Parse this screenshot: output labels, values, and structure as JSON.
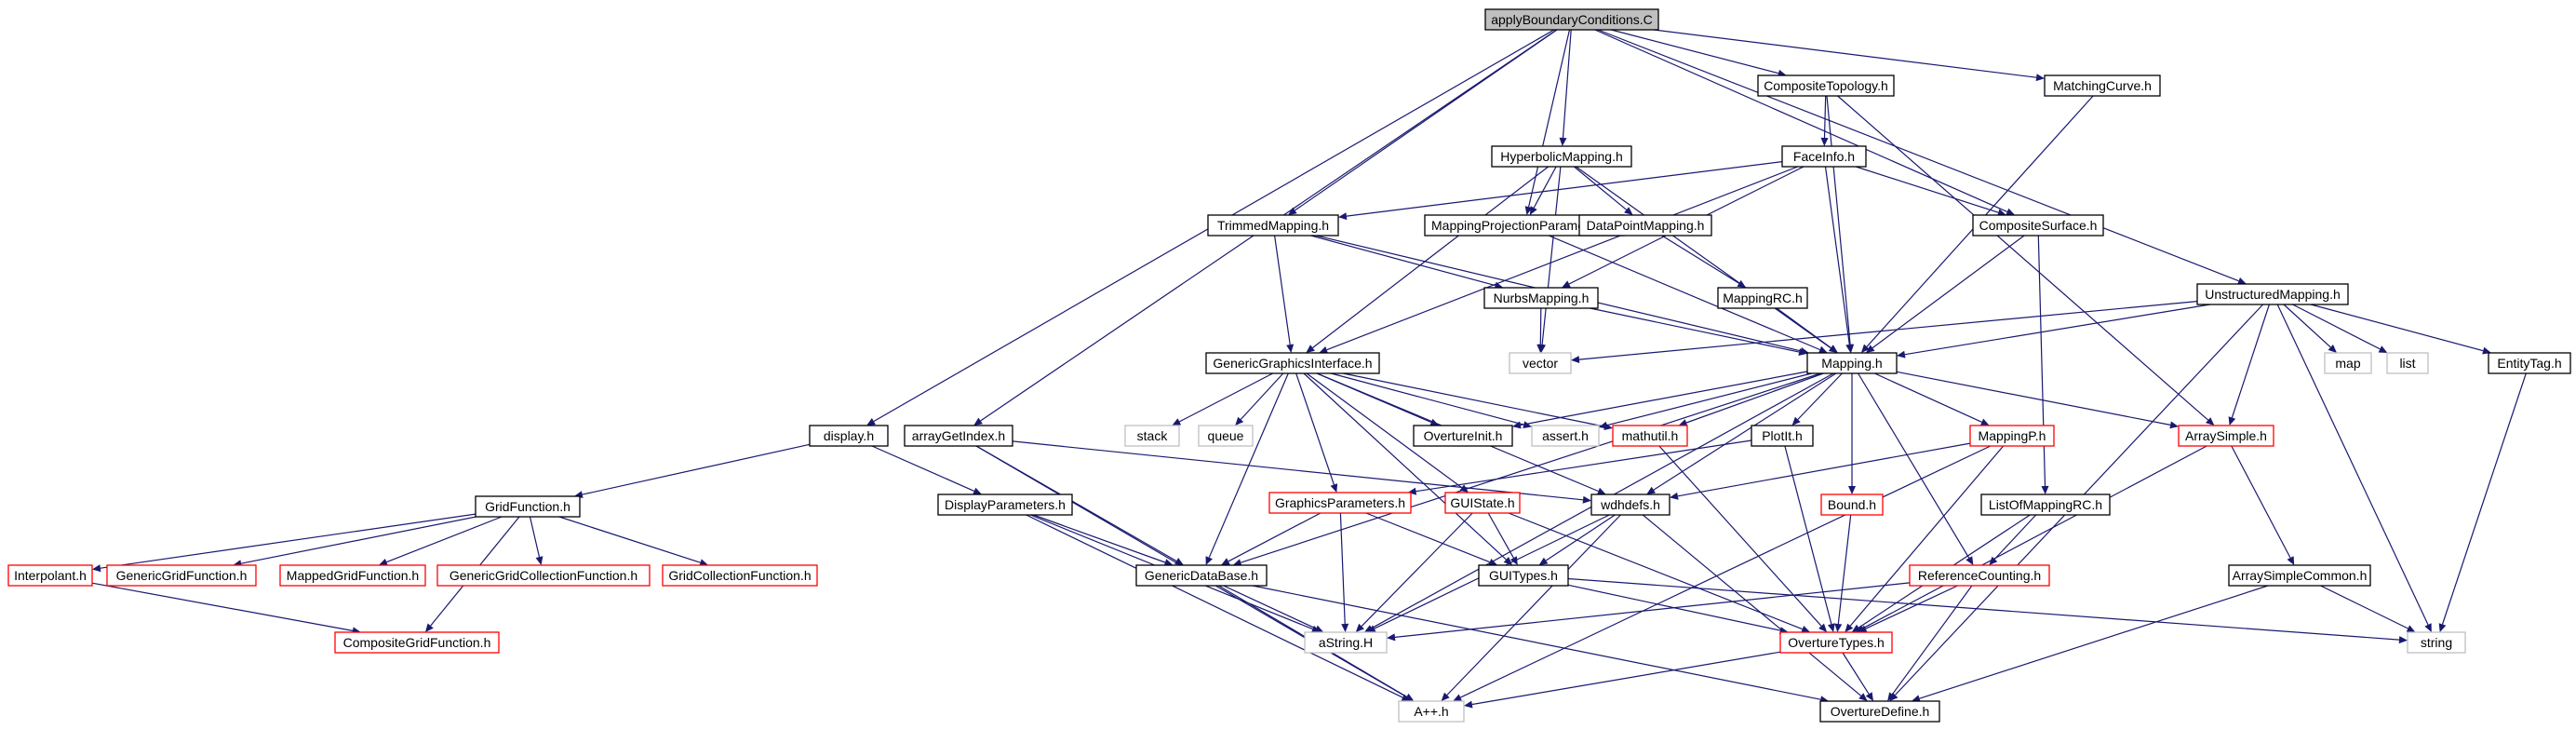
{
  "colors": {
    "edge": "#191970",
    "border_default": "#000000",
    "border_incomplete": "#ff0000",
    "border_external": "#bfbfbf",
    "root_fill": "#bfbfbf",
    "fill": "#ffffff"
  },
  "nodes": [
    {
      "id": "root",
      "label": "applyBoundaryConditions.C",
      "kind": "root"
    },
    {
      "id": "composite_topology",
      "label": "CompositeTopology.h",
      "kind": "default"
    },
    {
      "id": "matching_curve",
      "label": "MatchingCurve.h",
      "kind": "default"
    },
    {
      "id": "hyperbolic_mapping",
      "label": "HyperbolicMapping.h",
      "kind": "default"
    },
    {
      "id": "face_info",
      "label": "FaceInfo.h",
      "kind": "default"
    },
    {
      "id": "trimmed_mapping",
      "label": "TrimmedMapping.h",
      "kind": "default"
    },
    {
      "id": "mapping_projection_parameters",
      "label": "MappingProjectionParameters.h",
      "kind": "default"
    },
    {
      "id": "data_point_mapping",
      "label": "DataPointMapping.h",
      "kind": "default"
    },
    {
      "id": "composite_surface",
      "label": "CompositeSurface.h",
      "kind": "default"
    },
    {
      "id": "unstructured_mapping",
      "label": "UnstructuredMapping.h",
      "kind": "default"
    },
    {
      "id": "nurbs_mapping",
      "label": "NurbsMapping.h",
      "kind": "default"
    },
    {
      "id": "mapping_rc",
      "label": "MappingRC.h",
      "kind": "default"
    },
    {
      "id": "generic_graphics_interface",
      "label": "GenericGraphicsInterface.h",
      "kind": "default"
    },
    {
      "id": "vector",
      "label": "vector",
      "kind": "external"
    },
    {
      "id": "mapping",
      "label": "Mapping.h",
      "kind": "default"
    },
    {
      "id": "map",
      "label": "map",
      "kind": "external"
    },
    {
      "id": "list",
      "label": "list",
      "kind": "external"
    },
    {
      "id": "entity_tag",
      "label": "EntityTag.h",
      "kind": "default"
    },
    {
      "id": "display",
      "label": "display.h",
      "kind": "default"
    },
    {
      "id": "array_get_index",
      "label": "arrayGetIndex.h",
      "kind": "default"
    },
    {
      "id": "stack",
      "label": "stack",
      "kind": "external"
    },
    {
      "id": "queue",
      "label": "queue",
      "kind": "external"
    },
    {
      "id": "overture_init",
      "label": "OvertureInit.h",
      "kind": "default"
    },
    {
      "id": "assert",
      "label": "assert.h",
      "kind": "external"
    },
    {
      "id": "mathutil",
      "label": "mathutil.h",
      "kind": "incomplete"
    },
    {
      "id": "plotit",
      "label": "PlotIt.h",
      "kind": "default"
    },
    {
      "id": "mapping_p",
      "label": "MappingP.h",
      "kind": "incomplete"
    },
    {
      "id": "array_simple",
      "label": "ArraySimple.h",
      "kind": "incomplete"
    },
    {
      "id": "grid_function",
      "label": "GridFunction.h",
      "kind": "default"
    },
    {
      "id": "display_parameters",
      "label": "DisplayParameters.h",
      "kind": "default"
    },
    {
      "id": "graphics_parameters",
      "label": "GraphicsParameters.h",
      "kind": "incomplete"
    },
    {
      "id": "gui_state",
      "label": "GUIState.h",
      "kind": "incomplete"
    },
    {
      "id": "wdhdefs",
      "label": "wdhdefs.h",
      "kind": "default"
    },
    {
      "id": "bound",
      "label": "Bound.h",
      "kind": "incomplete"
    },
    {
      "id": "list_of_mapping_rc",
      "label": "ListOfMappingRC.h",
      "kind": "default"
    },
    {
      "id": "interpolant",
      "label": "Interpolant.h",
      "kind": "incomplete"
    },
    {
      "id": "generic_grid_function",
      "label": "GenericGridFunction.h",
      "kind": "incomplete"
    },
    {
      "id": "mapped_grid_function",
      "label": "MappedGridFunction.h",
      "kind": "incomplete"
    },
    {
      "id": "generic_grid_collection_function",
      "label": "GenericGridCollectionFunction.h",
      "kind": "incomplete"
    },
    {
      "id": "grid_collection_function",
      "label": "GridCollectionFunction.h",
      "kind": "incomplete"
    },
    {
      "id": "generic_data_base",
      "label": "GenericDataBase.h",
      "kind": "default"
    },
    {
      "id": "gui_types",
      "label": "GUITypes.h",
      "kind": "default"
    },
    {
      "id": "reference_counting",
      "label": "ReferenceCounting.h",
      "kind": "incomplete"
    },
    {
      "id": "array_simple_common",
      "label": "ArraySimpleCommon.h",
      "kind": "default"
    },
    {
      "id": "composite_grid_function",
      "label": "CompositeGridFunction.h",
      "kind": "incomplete"
    },
    {
      "id": "astring",
      "label": "aString.H",
      "kind": "external"
    },
    {
      "id": "overture_types",
      "label": "OvertureTypes.h",
      "kind": "incomplete"
    },
    {
      "id": "string",
      "label": "string",
      "kind": "external"
    },
    {
      "id": "app",
      "label": "A++.h",
      "kind": "external"
    },
    {
      "id": "overture_define",
      "label": "OvertureDefine.h",
      "kind": "default"
    }
  ],
  "edges": [
    [
      "root",
      "composite_topology"
    ],
    [
      "root",
      "matching_curve"
    ],
    [
      "root",
      "hyperbolic_mapping"
    ],
    [
      "root",
      "trimmed_mapping"
    ],
    [
      "root",
      "mapping_projection_parameters"
    ],
    [
      "root",
      "composite_surface"
    ],
    [
      "root",
      "unstructured_mapping"
    ],
    [
      "root",
      "display"
    ],
    [
      "root",
      "array_get_index"
    ],
    [
      "composite_topology",
      "face_info"
    ],
    [
      "composite_topology",
      "mapping"
    ],
    [
      "composite_topology",
      "array_simple"
    ],
    [
      "matching_curve",
      "mapping"
    ],
    [
      "hyperbolic_mapping",
      "mapping_projection_parameters"
    ],
    [
      "hyperbolic_mapping",
      "data_point_mapping"
    ],
    [
      "hyperbolic_mapping",
      "generic_graphics_interface"
    ],
    [
      "hyperbolic_mapping",
      "vector"
    ],
    [
      "hyperbolic_mapping",
      "mapping"
    ],
    [
      "face_info",
      "trimmed_mapping"
    ],
    [
      "face_info",
      "composite_surface"
    ],
    [
      "face_info",
      "nurbs_mapping"
    ],
    [
      "face_info",
      "generic_graphics_interface"
    ],
    [
      "face_info",
      "mapping"
    ],
    [
      "trimmed_mapping",
      "nurbs_mapping"
    ],
    [
      "trimmed_mapping",
      "generic_graphics_interface"
    ],
    [
      "trimmed_mapping",
      "mapping"
    ],
    [
      "mapping_projection_parameters",
      "mapping"
    ],
    [
      "data_point_mapping",
      "mapping_rc"
    ],
    [
      "composite_surface",
      "mapping"
    ],
    [
      "composite_surface",
      "list_of_mapping_rc"
    ],
    [
      "unstructured_mapping",
      "mapping"
    ],
    [
      "unstructured_mapping",
      "vector"
    ],
    [
      "unstructured_mapping",
      "map"
    ],
    [
      "unstructured_mapping",
      "list"
    ],
    [
      "unstructured_mapping",
      "entity_tag"
    ],
    [
      "unstructured_mapping",
      "array_simple"
    ],
    [
      "unstructured_mapping",
      "string"
    ],
    [
      "unstructured_mapping",
      "overture_define"
    ],
    [
      "nurbs_mapping",
      "mapping"
    ],
    [
      "nurbs_mapping",
      "vector"
    ],
    [
      "mapping_rc",
      "mapping"
    ],
    [
      "generic_graphics_interface",
      "stack"
    ],
    [
      "generic_graphics_interface",
      "queue"
    ],
    [
      "generic_graphics_interface",
      "overture_init"
    ],
    [
      "generic_graphics_interface",
      "assert"
    ],
    [
      "generic_graphics_interface",
      "mathutil"
    ],
    [
      "generic_graphics_interface",
      "graphics_parameters"
    ],
    [
      "generic_graphics_interface",
      "gui_state"
    ],
    [
      "generic_graphics_interface",
      "wdhdefs"
    ],
    [
      "generic_graphics_interface",
      "generic_data_base"
    ],
    [
      "generic_graphics_interface",
      "gui_types"
    ],
    [
      "mapping",
      "overture_init"
    ],
    [
      "mapping",
      "assert"
    ],
    [
      "mapping",
      "mathutil"
    ],
    [
      "mapping",
      "plotit"
    ],
    [
      "mapping",
      "mapping_p"
    ],
    [
      "mapping",
      "array_simple"
    ],
    [
      "mapping",
      "wdhdefs"
    ],
    [
      "mapping",
      "bound"
    ],
    [
      "mapping",
      "reference_counting"
    ],
    [
      "mapping",
      "generic_data_base"
    ],
    [
      "mapping",
      "astring"
    ],
    [
      "entity_tag",
      "string"
    ],
    [
      "display",
      "grid_function"
    ],
    [
      "display",
      "display_parameters"
    ],
    [
      "array_get_index",
      "wdhdefs"
    ],
    [
      "array_get_index",
      "generic_data_base"
    ],
    [
      "array_get_index",
      "app"
    ],
    [
      "mathutil",
      "overture_types"
    ],
    [
      "plotit",
      "graphics_parameters"
    ],
    [
      "plotit",
      "overture_types"
    ],
    [
      "mapping_p",
      "wdhdefs"
    ],
    [
      "mapping_p",
      "overture_types"
    ],
    [
      "mapping_p",
      "app"
    ],
    [
      "array_simple",
      "array_simple_common"
    ],
    [
      "array_simple",
      "overture_types"
    ],
    [
      "grid_function",
      "interpolant"
    ],
    [
      "grid_function",
      "generic_grid_function"
    ],
    [
      "grid_function",
      "mapped_grid_function"
    ],
    [
      "grid_function",
      "generic_grid_collection_function"
    ],
    [
      "grid_function",
      "grid_collection_function"
    ],
    [
      "grid_function",
      "composite_grid_function"
    ],
    [
      "display_parameters",
      "generic_data_base"
    ],
    [
      "display_parameters",
      "astring"
    ],
    [
      "display_parameters",
      "app"
    ],
    [
      "graphics_parameters",
      "generic_data_base"
    ],
    [
      "graphics_parameters",
      "gui_types"
    ],
    [
      "graphics_parameters",
      "astring"
    ],
    [
      "gui_state",
      "gui_types"
    ],
    [
      "gui_state",
      "astring"
    ],
    [
      "gui_state",
      "overture_types"
    ],
    [
      "wdhdefs",
      "gui_types"
    ],
    [
      "wdhdefs",
      "astring"
    ],
    [
      "wdhdefs",
      "app"
    ],
    [
      "wdhdefs",
      "overture_define"
    ],
    [
      "bound",
      "overture_types"
    ],
    [
      "list_of_mapping_rc",
      "reference_counting"
    ],
    [
      "list_of_mapping_rc",
      "overture_types"
    ],
    [
      "interpolant",
      "composite_grid_function"
    ],
    [
      "generic_data_base",
      "astring"
    ],
    [
      "generic_data_base",
      "app"
    ],
    [
      "generic_data_base",
      "overture_define"
    ],
    [
      "gui_types",
      "overture_types"
    ],
    [
      "gui_types",
      "string"
    ],
    [
      "reference_counting",
      "overture_types"
    ],
    [
      "reference_counting",
      "astring"
    ],
    [
      "reference_counting",
      "overture_define"
    ],
    [
      "array_simple_common",
      "string"
    ],
    [
      "array_simple_common",
      "overture_define"
    ],
    [
      "overture_types",
      "app"
    ],
    [
      "overture_types",
      "overture_define"
    ]
  ]
}
